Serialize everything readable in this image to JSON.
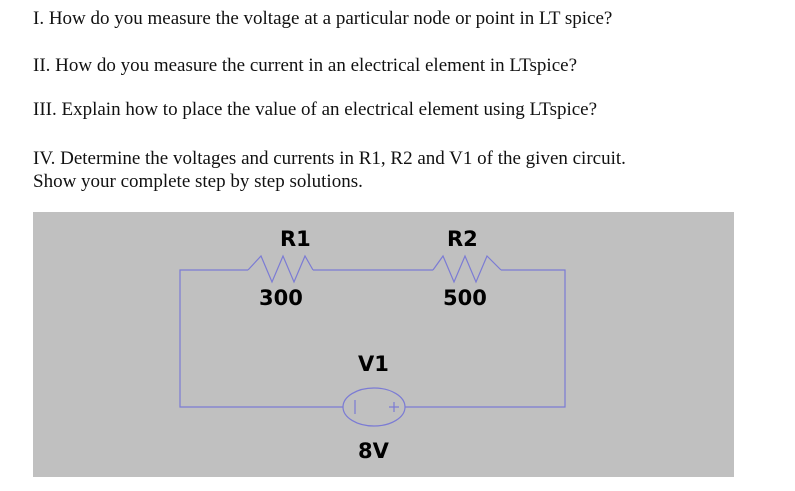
{
  "questions": {
    "q1": "I. How do you measure the voltage at a particular node or point in LT spice?",
    "q2": "II. How do you measure the current in an electrical element in LTspice?",
    "q3": "III. Explain how to place the value of an electrical element using LTspice?",
    "q4_line1": "IV. Determine the voltages and currents in R1, R2 and V1 of the given circuit.",
    "q4_line2": "Show your complete step by step solutions."
  },
  "circuit": {
    "background_color": "#c0c0c0",
    "wire_color": "#7b7bd4",
    "components": {
      "r1": {
        "name": "R1",
        "value": "300"
      },
      "r2": {
        "name": "R2",
        "value": "500"
      },
      "v1": {
        "name": "V1",
        "value": "8V"
      }
    }
  }
}
